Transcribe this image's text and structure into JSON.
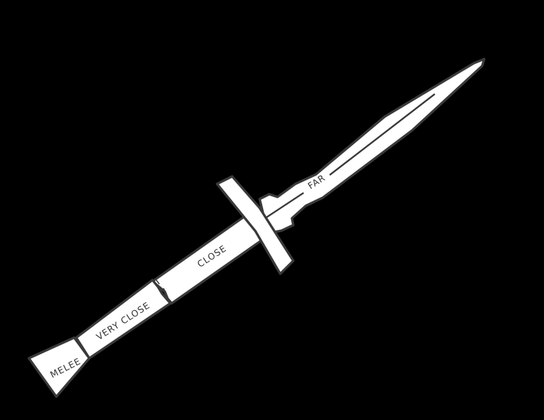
{
  "diagram": {
    "subject": "dagger",
    "description": "Dagger illustration with range bands labeled along its length",
    "background_color": "#000000",
    "fill_color": "#ffffff",
    "outline_color": "#3a3a3a",
    "range_labels": [
      {
        "id": "melee",
        "label": "MELEE",
        "section": "pommel"
      },
      {
        "id": "very_close",
        "label": "VERY CLOSE",
        "section": "grip"
      },
      {
        "id": "close",
        "label": "CLOSE",
        "section": "upper-grip"
      },
      {
        "id": "far",
        "label": "FAR",
        "section": "blade"
      }
    ]
  }
}
